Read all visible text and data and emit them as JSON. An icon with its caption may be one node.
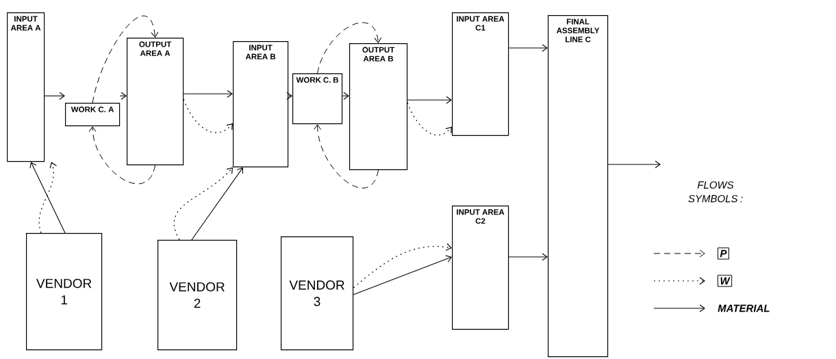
{
  "diagram": {
    "nodes": [
      {
        "text": [
          "INPUT AREA A"
        ]
      },
      {
        "text": [
          "WORK C. A"
        ]
      },
      {
        "text": [
          "OUTPUT AREA A"
        ]
      },
      {
        "text": [
          "INPUT AREA B"
        ]
      },
      {
        "text": [
          "WORK C. B"
        ]
      },
      {
        "text": [
          "OUTPUT AREA B"
        ]
      },
      {
        "text": [
          "INPUT AREA C1"
        ]
      },
      {
        "text": [
          "FINAL ASSEMBLY LINE C"
        ]
      },
      {
        "text": [
          "VENDOR 1"
        ]
      },
      {
        "text": [
          "VENDOR 2"
        ]
      },
      {
        "text": [
          "VENDOR 3"
        ]
      },
      {
        "text": [
          "INPUT AREA C2"
        ]
      }
    ],
    "edges": [
      {
        "from": 0,
        "to": 1,
        "arrow": "to"
      },
      {
        "from": 1,
        "to": 2,
        "arrow": "to"
      },
      {
        "from": 2,
        "to": 3,
        "arrow": "to"
      },
      {
        "from": 3,
        "to": 4,
        "arrow": "to"
      },
      {
        "from": 4,
        "to": 5,
        "arrow": "to"
      },
      {
        "from": 5,
        "to": 6,
        "arrow": "to"
      },
      {
        "from": 6,
        "to": 7,
        "arrow": "to"
      },
      {
        "from": 11,
        "to": 7,
        "arrow": "to"
      },
      {
        "from": 7,
        "to": null,
        "arrow": "to"
      },
      {
        "from": 8,
        "to": 0,
        "arrow": "to"
      },
      {
        "from": 9,
        "to": 3,
        "arrow": "to"
      },
      {
        "from": 10,
        "to": 11,
        "arrow": "to"
      },
      {
        "from": 1,
        "to": 2,
        "arrow": "to",
        "style": "dashed"
      },
      {
        "from": 2,
        "to": 1,
        "arrow": "to",
        "style": "dashed"
      },
      {
        "from": 4,
        "to": 5,
        "arrow": "to",
        "style": "dashed"
      },
      {
        "from": 5,
        "to": 4,
        "arrow": "to",
        "style": "dashed"
      },
      {
        "from": 2,
        "to": 3,
        "arrow": "to",
        "style": "dashed"
      },
      {
        "from": 5,
        "to": 6,
        "arrow": "to",
        "style": "dashed"
      },
      {
        "from": 8,
        "to": 0,
        "arrow": "to",
        "style": "dashed"
      },
      {
        "from": 9,
        "to": 3,
        "arrow": "to",
        "style": "dashed"
      },
      {
        "from": 10,
        "to": 11,
        "arrow": "to",
        "style": "dashed"
      }
    ],
    "labels": [
      "FLOWS SYMBOLS :"
    ],
    "legend": [
      {
        "text": "P"
      },
      {
        "text": "W"
      },
      {
        "text": "MATERIAL"
      }
    ]
  }
}
